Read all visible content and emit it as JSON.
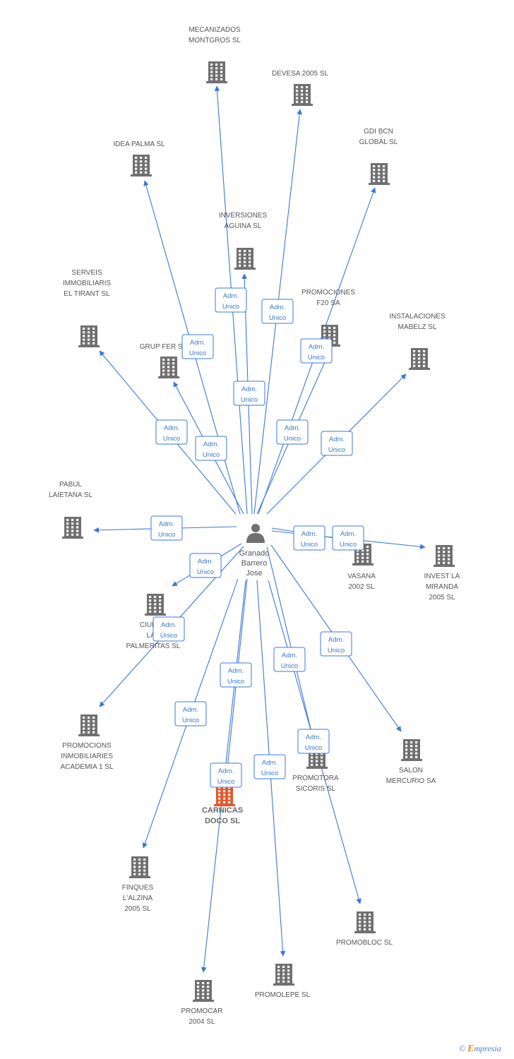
{
  "person": {
    "name_lines": [
      "Granado",
      "Barrero",
      "Jose"
    ],
    "icon": "person-icon"
  },
  "relation_label": [
    "Adm.",
    "Unico"
  ],
  "colors": {
    "edge": "#3a78d8",
    "building": "#707070",
    "highlight": "#e8552b",
    "label": "#555555"
  },
  "companies": [
    {
      "name": [
        "MECANIZADOS",
        "MONTGROS SL"
      ],
      "icon": "building-icon"
    },
    {
      "name": [
        "DEVESA 2005 SL"
      ],
      "icon": "building-icon"
    },
    {
      "name": [
        "IDEA PALMA SL"
      ],
      "icon": "building-icon"
    },
    {
      "name": [
        "GDI BCN",
        "GLOBAL SL"
      ],
      "icon": "building-icon"
    },
    {
      "name": [
        "INVERSIONES",
        "AGUINA SL"
      ],
      "icon": "building-icon"
    },
    {
      "name": [
        "SERVEIS",
        "IMMOBILIARIS",
        "EL TIRANT SL"
      ],
      "icon": "building-icon"
    },
    {
      "name": [
        "PROMOCIONES",
        "F20 SA"
      ],
      "icon": "building-icon"
    },
    {
      "name": [
        "INSTALACIONES",
        "MABELZ SL"
      ],
      "icon": "building-icon"
    },
    {
      "name": [
        "GRUP FER SL"
      ],
      "icon": "building-icon"
    },
    {
      "name": [
        "PABUL",
        "LAIETANA SL"
      ],
      "icon": "building-icon"
    },
    {
      "name": [
        "VASANA",
        "2002 SL"
      ],
      "icon": "building-icon"
    },
    {
      "name": [
        "INVEST LA",
        "MIRANDA",
        "2005 SL"
      ],
      "icon": "building-icon"
    },
    {
      "name": [
        "CIUDAD",
        "LAS",
        "PALMERITAS SL"
      ],
      "icon": "building-icon"
    },
    {
      "name": [
        "PROMOCIONS",
        "INMOBILIARIES",
        "ACADEMIA 1 SL"
      ],
      "icon": "building-icon"
    },
    {
      "name": [
        "SALON",
        "MERCURIO SA"
      ],
      "icon": "building-icon"
    },
    {
      "name": [
        "PROMOTORA",
        "SICORIS SL"
      ],
      "icon": "building-icon"
    },
    {
      "name": [
        "CARNICAS",
        "DOCO SL"
      ],
      "icon": "building-icon",
      "highlight": true
    },
    {
      "name": [
        "FINQUES",
        "L'ALZINA",
        "2005 SL"
      ],
      "icon": "building-icon"
    },
    {
      "name": [
        "PROMOBLOC SL"
      ],
      "icon": "building-icon"
    },
    {
      "name": [
        "PROMOCAR",
        "2004 SL"
      ],
      "icon": "building-icon"
    },
    {
      "name": [
        "PROMOLEPE SL"
      ],
      "icon": "building-icon"
    }
  ],
  "footer": {
    "copyright": "©",
    "brand_initial": "E",
    "brand_rest": "mpresia"
  }
}
